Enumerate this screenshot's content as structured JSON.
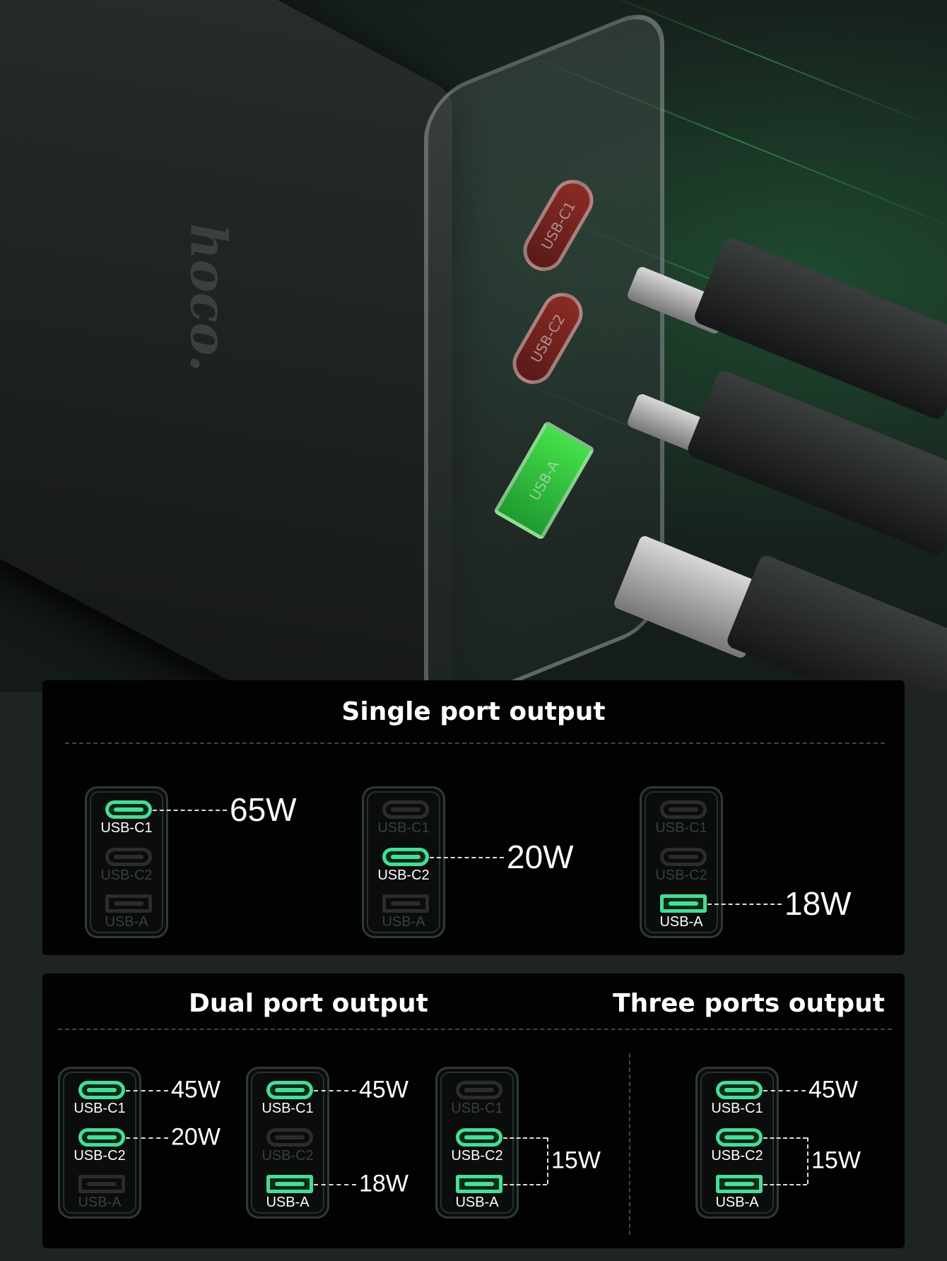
{
  "product": {
    "brand_logo": "hoco.",
    "face_ports": [
      "USB-C1",
      "USB-C2",
      "USB-A"
    ]
  },
  "single": {
    "title": "Single port output",
    "devices": [
      {
        "active": [
          0
        ],
        "outputs": [
          {
            "rows": [
              0
            ],
            "label": "65W"
          }
        ]
      },
      {
        "active": [
          1
        ],
        "outputs": [
          {
            "rows": [
              1
            ],
            "label": "20W"
          }
        ]
      },
      {
        "active": [
          2
        ],
        "outputs": [
          {
            "rows": [
              2
            ],
            "label": "18W"
          }
        ]
      }
    ]
  },
  "dual": {
    "title": "Dual port output",
    "devices": [
      {
        "active": [
          0,
          1
        ],
        "outputs": [
          {
            "rows": [
              0
            ],
            "label": "45W"
          },
          {
            "rows": [
              1
            ],
            "label": "20W"
          }
        ]
      },
      {
        "active": [
          0,
          2
        ],
        "outputs": [
          {
            "rows": [
              0
            ],
            "label": "45W"
          },
          {
            "rows": [
              2
            ],
            "label": "18W"
          }
        ]
      },
      {
        "active": [
          1,
          2
        ],
        "outputs": [
          {
            "rows": [
              1,
              2
            ],
            "label": "15W"
          }
        ]
      }
    ]
  },
  "three": {
    "title": "Three ports output",
    "devices": [
      {
        "active": [
          0,
          1,
          2
        ],
        "outputs": [
          {
            "rows": [
              0
            ],
            "label": "45W"
          },
          {
            "rows": [
              1,
              2
            ],
            "label": "15W"
          }
        ]
      }
    ]
  },
  "port_labels": [
    "USB-C1",
    "USB-C2",
    "USB-A"
  ],
  "colors": {
    "accent": "#46dd94",
    "panel": "#020202",
    "background": "#1e2422"
  }
}
